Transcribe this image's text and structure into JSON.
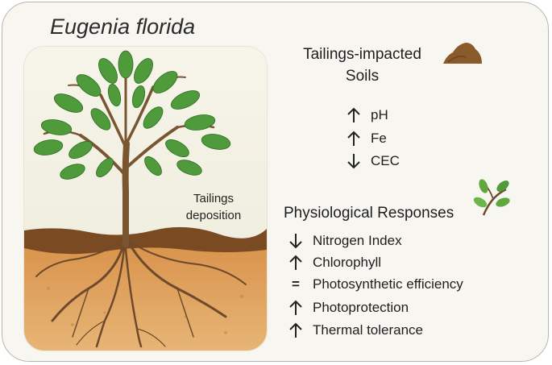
{
  "species": "Eugenia florida",
  "deposition_label": [
    "Tailings",
    "deposition"
  ],
  "soils": {
    "title_lines": [
      "Tailings-impacted",
      "Soils"
    ],
    "items": [
      {
        "dir": "up",
        "label": "pH"
      },
      {
        "dir": "up",
        "label": "Fe"
      },
      {
        "dir": "down",
        "label": "CEC"
      }
    ]
  },
  "physiology": {
    "title": "Physiological Responses",
    "items": [
      {
        "dir": "down",
        "label": "Nitrogen Index"
      },
      {
        "dir": "up",
        "label": "Chlorophyll"
      },
      {
        "dir": "equal",
        "symbol": "=",
        "label": "Photosynthetic efficiency"
      },
      {
        "dir": "up",
        "label": "Photoprotection"
      },
      {
        "dir": "up",
        "label": "Thermal tolerance"
      }
    ]
  },
  "icons": [
    "soil-pile-icon",
    "seedling-icon",
    "tree-icon",
    "up-arrow-icon",
    "down-arrow-icon"
  ],
  "colors": {
    "background": "#f8f6f1",
    "leaf": "#4f9a3a",
    "trunk": "#7a5532",
    "topsoil": "#7a4a22",
    "subsoil": "#d89a52"
  }
}
